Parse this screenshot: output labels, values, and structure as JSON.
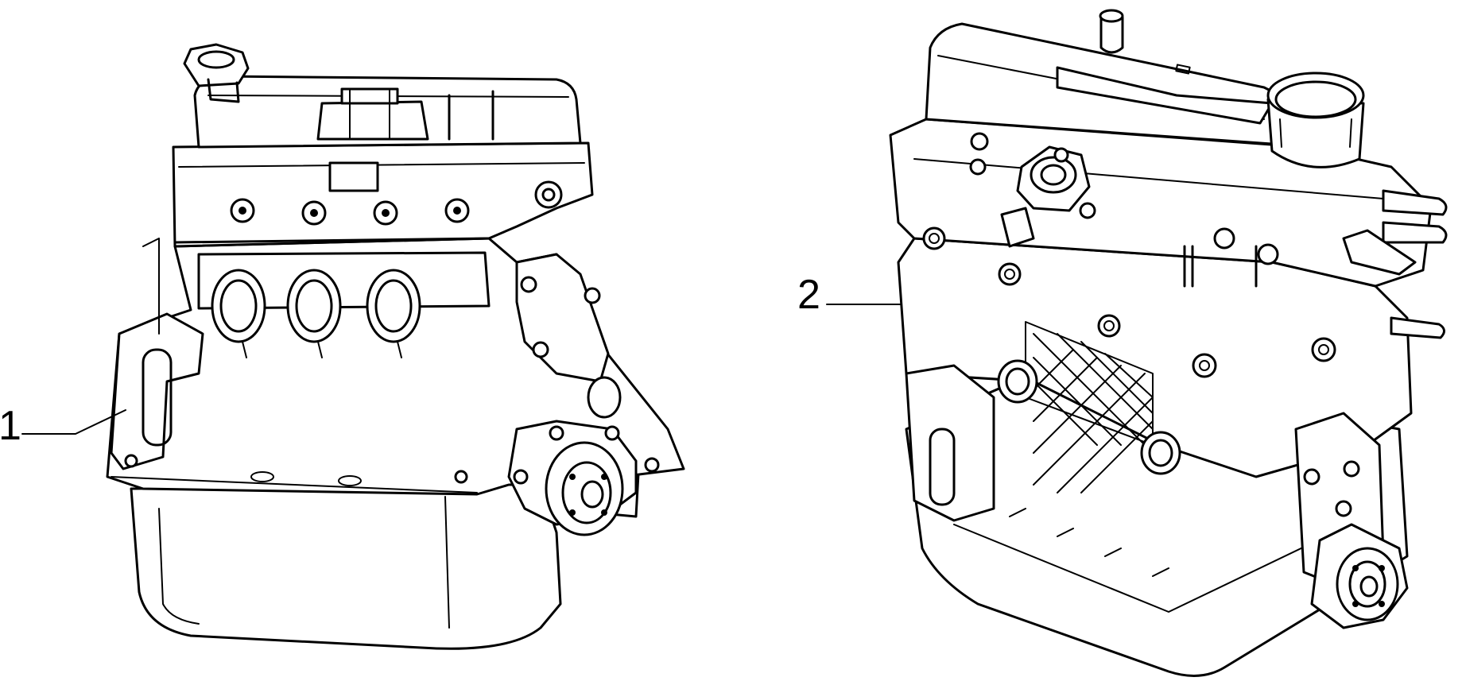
{
  "callouts": [
    {
      "id": "engine-1",
      "label": "1"
    },
    {
      "id": "engine-2",
      "label": "2"
    }
  ],
  "colors": {
    "ink": "#000000",
    "paper": "#ffffff"
  }
}
